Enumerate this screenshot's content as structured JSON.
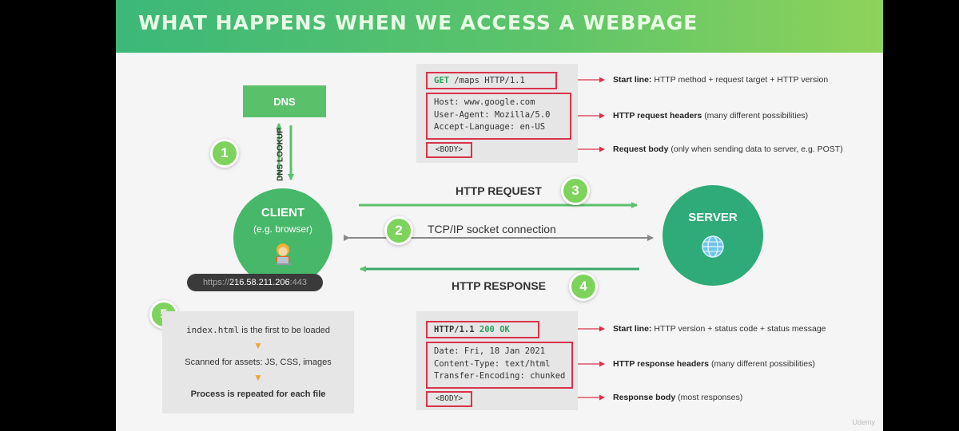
{
  "title": "WHAT HAPPENS WHEN WE ACCESS A WEBPAGE",
  "dns": {
    "label": "DNS",
    "lookup_label": "DNS LOOKUP"
  },
  "client": {
    "title": "CLIENT",
    "subtitle": "(e.g. browser)",
    "icon": "person-with-laptop-icon"
  },
  "server": {
    "title": "SERVER",
    "icon": "globe-icon"
  },
  "url": {
    "scheme": "https://",
    "ip": "216.58.211.206",
    "port": ":443"
  },
  "flows": {
    "http_request": "HTTP REQUEST",
    "tcp_ip": "TCP/IP socket connection",
    "http_response": "HTTP RESPONSE"
  },
  "badges": [
    "1",
    "2",
    "3",
    "4",
    "5"
  ],
  "request": {
    "start_line": {
      "method": "GET",
      "target": "/maps HTTP/1.1"
    },
    "headers": [
      "Host: www.google.com",
      "User-Agent: Mozilla/5.0",
      "Accept-Language: en-US"
    ],
    "body": "<BODY>",
    "notes": {
      "start_line": {
        "bold": "Start line:",
        "text": "HTTP method + request target + HTTP version"
      },
      "headers": {
        "bold": "HTTP request headers",
        "text": "(many different possibilities)"
      },
      "body": {
        "bold": "Request body",
        "text": "(only when sending data to server, e.g. POST)"
      }
    }
  },
  "response": {
    "start_line": {
      "version": "HTTP/1.1",
      "status": "200 OK"
    },
    "headers": [
      "Date: Fri, 18 Jan 2021",
      "Content-Type: text/html",
      "Transfer-Encoding: chunked"
    ],
    "body": "<BODY>",
    "notes": {
      "start_line": {
        "bold": "Start line:",
        "text": "HTTP version + status code + status message"
      },
      "headers": {
        "bold": "HTTP response headers",
        "text": "(many different possibilities)"
      },
      "body": {
        "bold": "Response body",
        "text": "(most responses)"
      }
    }
  },
  "step5": {
    "code": "index.html",
    "line1_rest": " is the first to be loaded",
    "line2": "Scanned for assets: JS, CSS, images",
    "line3": "Process is repeated for each file",
    "arrow_icon": "pointing-down-hand-icon"
  },
  "watermark": "Udemy",
  "colors": {
    "accent_green": "#5bc06a",
    "arrow_red": "#d9334a",
    "server_green": "#2eab78"
  }
}
